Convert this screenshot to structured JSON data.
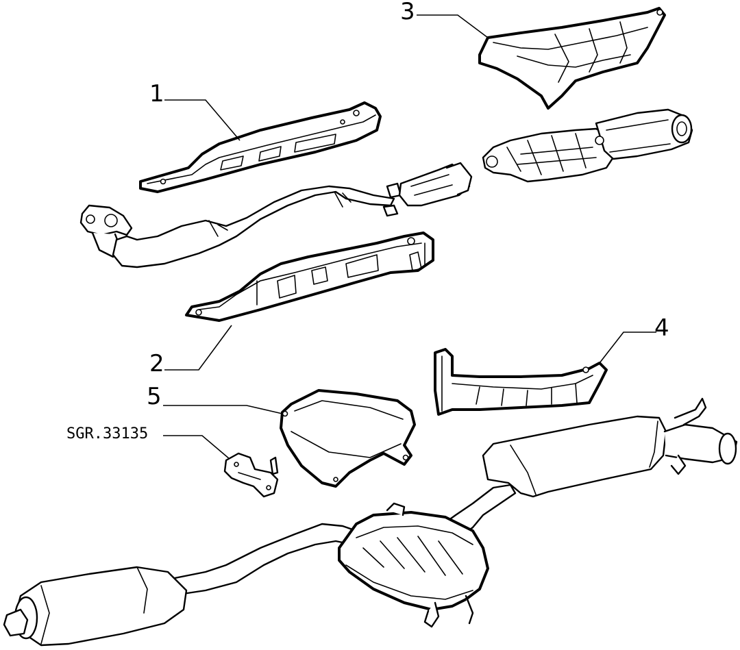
{
  "callouts": [
    {
      "id": "1",
      "label": "1"
    },
    {
      "id": "2",
      "label": "2"
    },
    {
      "id": "3",
      "label": "3"
    },
    {
      "id": "4",
      "label": "4"
    },
    {
      "id": "5",
      "label": "5"
    }
  ],
  "reference": {
    "label": "SGR.33135"
  }
}
